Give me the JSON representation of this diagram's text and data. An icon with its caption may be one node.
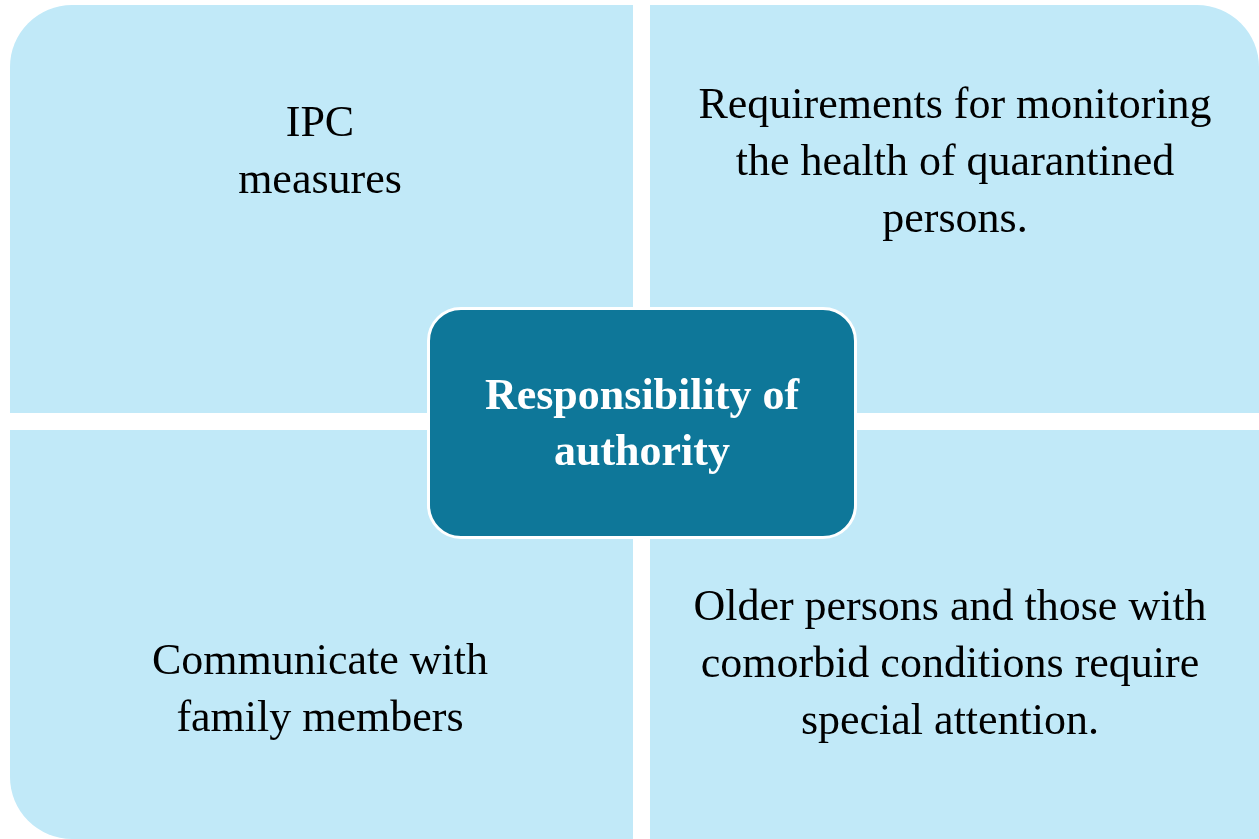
{
  "diagram": {
    "nodes": [
      {
        "text": [
          "IPC measures"
        ]
      },
      {
        "text": [
          "Requirements for monitoring the health of quarantined persons."
        ]
      },
      {
        "text": [
          "Responsibility of authority"
        ]
      },
      {
        "text": [
          "Communicate with family members"
        ]
      },
      {
        "text": [
          "Older persons and those with comorbid conditions require special attention."
        ]
      }
    ]
  }
}
